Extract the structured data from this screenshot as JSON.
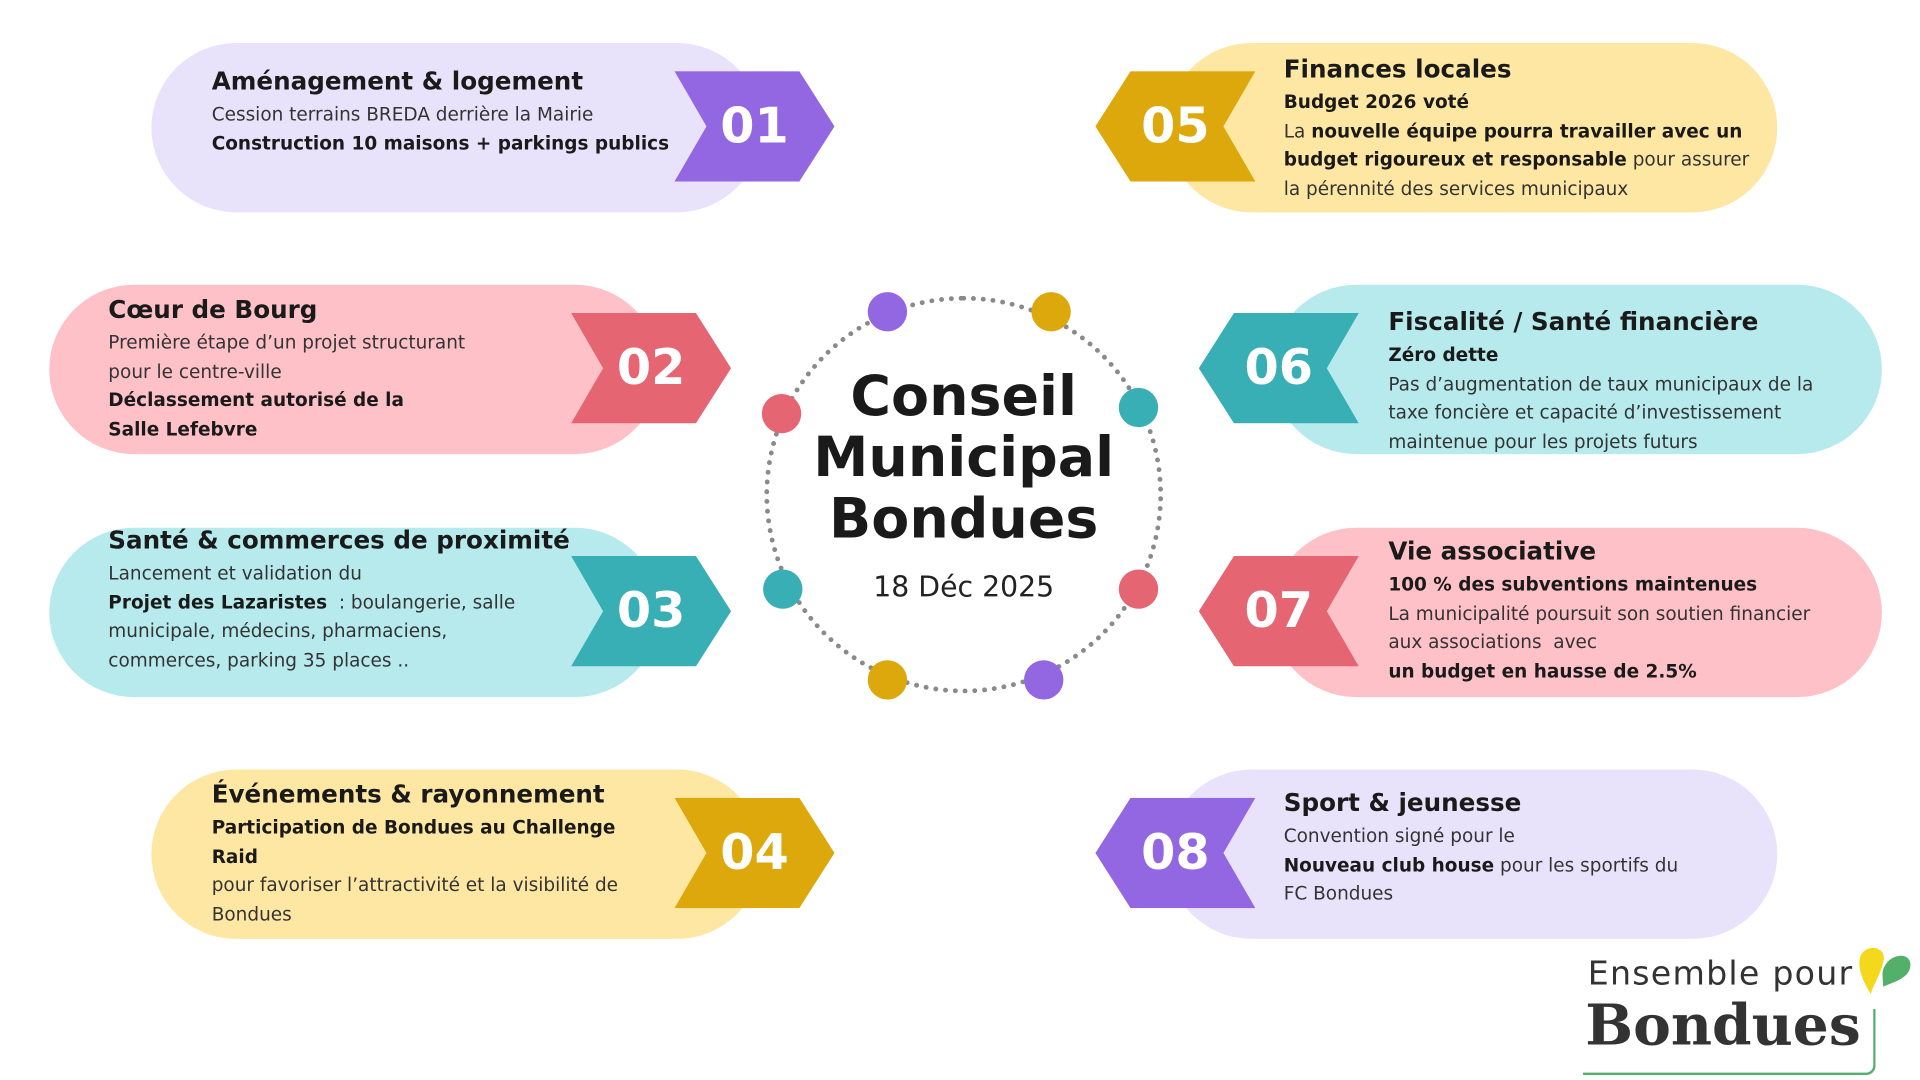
{
  "colors": {
    "lavender": "#e9e2fb",
    "purple": "#9366e2",
    "pink": "#fdc1c7",
    "red": "#e56572",
    "cyan": "#b6eaed",
    "teal": "#38aeb5",
    "yellow": "#fde7a2",
    "gold": "#dca80b"
  },
  "center": {
    "title_lines": [
      "Conseil",
      "Municipal",
      "Bondues"
    ],
    "date": "18 Déc 2025"
  },
  "logo": {
    "line1": "Ensemble pour",
    "line2": "Bondues"
  },
  "items": [
    {
      "num": "01",
      "title": "Aménagement & logement",
      "lines": [
        [
          {
            "t": "Cession terrains BREDA derrière la Mairie"
          }
        ],
        [
          {
            "t": "Construction 10 maisons + parkings publics",
            "b": true
          }
        ]
      ]
    },
    {
      "num": "02",
      "title": "Cœur de Bourg",
      "lines": [
        [
          {
            "t": "Première étape d’un projet structurant"
          }
        ],
        [
          {
            "t": "pour le centre-ville"
          }
        ],
        [
          {
            "t": "Déclassement autorisé de la",
            "b": true
          }
        ],
        [
          {
            "t": "Salle Lefebvre",
            "b": true
          }
        ]
      ]
    },
    {
      "num": "03",
      "title": "Santé & commerces de proximité",
      "lines": [
        [
          {
            "t": "Lancement et validation du"
          }
        ],
        [
          {
            "t": "Projet des Lazaristes",
            "b": true
          },
          {
            "t": "  : boulangerie, salle"
          }
        ],
        [
          {
            "t": "municipale, médecins, pharmaciens,"
          }
        ],
        [
          {
            "t": "commerces, parking 35 places .."
          }
        ]
      ]
    },
    {
      "num": "04",
      "title": "Événements & rayonnement",
      "lines": [
        [
          {
            "t": "Participation de Bondues au Challenge",
            "b": true
          }
        ],
        [
          {
            "t": "Raid",
            "b": true
          }
        ],
        [
          {
            "t": "pour favoriser l’attractivité et la visibilité de"
          }
        ],
        [
          {
            "t": "Bondues"
          }
        ]
      ]
    },
    {
      "num": "05",
      "title": "Finances locales",
      "lines": [
        [
          {
            "t": "Budget 2026 voté",
            "b": true
          }
        ],
        [
          {
            "t": "La "
          },
          {
            "t": "nouvelle équipe pourra travailler avec un",
            "b": true
          }
        ],
        [
          {
            "t": "budget rigoureux et responsable",
            "b": true
          },
          {
            "t": " pour assurer"
          }
        ],
        [
          {
            "t": "la pérennité des services municipaux"
          }
        ]
      ]
    },
    {
      "num": "06",
      "title": "Fiscalité / Santé financière",
      "lines": [
        [
          {
            "t": "Zéro dette",
            "b": true
          }
        ],
        [
          {
            "t": "Pas d’augmentation de taux municipaux de la"
          }
        ],
        [
          {
            "t": "taxe foncière et capacité d’investissement"
          }
        ],
        [
          {
            "t": "maintenue pour les projets futurs"
          }
        ]
      ]
    },
    {
      "num": "07",
      "title": "Vie associative",
      "lines": [
        [
          {
            "t": "100 % des subventions maintenues",
            "b": true
          }
        ],
        [
          {
            "t": "La municipalité poursuit son soutien financier"
          }
        ],
        [
          {
            "t": "aux associations  avec"
          }
        ],
        [
          {
            "t": "un budget en hausse de 2.5%",
            "b": true
          }
        ]
      ]
    },
    {
      "num": "08",
      "title": "Sport & jeunesse",
      "lines": [
        [
          {
            "t": "Convention signé pour le"
          }
        ],
        [
          {
            "t": "Nouveau club house",
            "b": true
          },
          {
            "t": " pour les sportifs du"
          }
        ],
        [
          {
            "t": "FC Bondues"
          }
        ]
      ]
    }
  ]
}
